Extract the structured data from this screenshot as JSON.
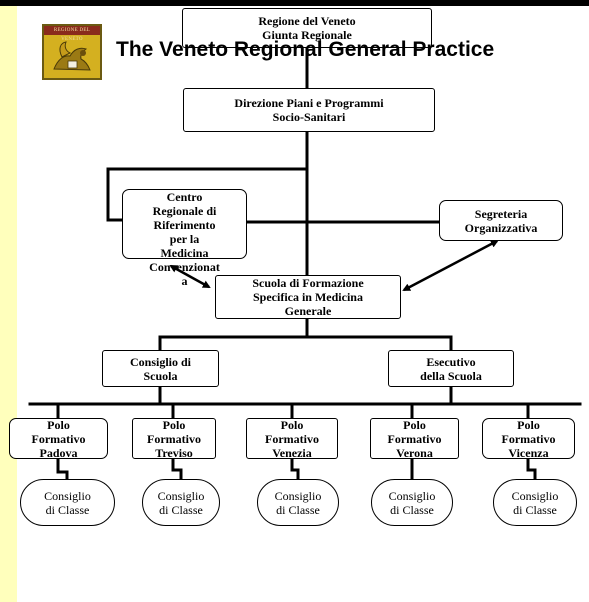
{
  "slide": {
    "title": "The Veneto Regional General Practice",
    "colors": {
      "left_strip": "#ffffbc",
      "logo_gold": "#d4b020",
      "logo_band": "#8a2b1c"
    },
    "logo": {
      "icon": "lion-of-saint-mark-crest-icon",
      "band_text": "REGIONE DEL VENETO"
    }
  },
  "boxes": {
    "regione": "Regione del Veneto\nGiunta Regionale",
    "direzione": "Direzione Piani e Programmi\nSocio-Sanitari",
    "centro": "Centro\nRegionale di\nRiferimento\nper la\nMedicina\nConvenzionat\na",
    "segreteria": "Segreteria\nOrganizzativa",
    "scuola": "Scuola di Formazione\nSpecifica in Medicina\nGenerale",
    "consiglio_scuola": "Consiglio di\nScuola",
    "esecutivo": "Esecutivo\ndella Scuola"
  },
  "poli": [
    {
      "label": "Polo\nFormativo\nPadova",
      "classe": "Consiglio\ndi Classe"
    },
    {
      "label": "Polo\nFormativo\nTreviso",
      "classe": "Consiglio\ndi Classe"
    },
    {
      "label": "Polo\nFormativo\nVenezia",
      "classe": "Consiglio\ndi Classe"
    },
    {
      "label": "Polo\nFormativo\nVerona",
      "classe": "Consiglio\ndi Classe"
    },
    {
      "label": "Polo\nFormativo\nVicenza",
      "classe": "Consiglio\ndi Classe"
    }
  ]
}
